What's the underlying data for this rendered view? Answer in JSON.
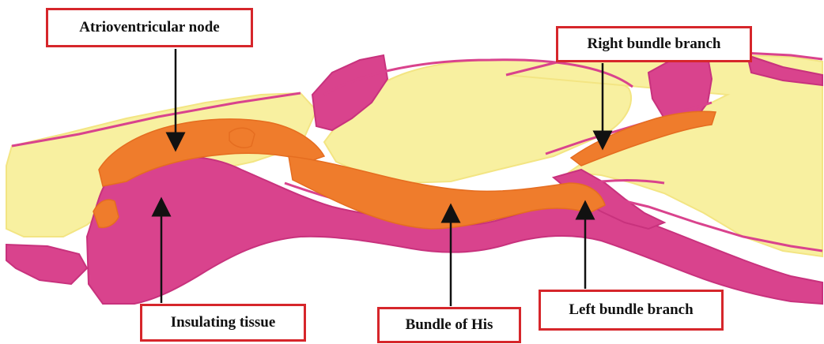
{
  "labels": {
    "atrioventricular_node": "Atrioventricular node",
    "right_bundle_branch": "Right bundle branch",
    "insulating_tissue": "Insulating tissue",
    "bundle_of_his": "Bundle of His",
    "left_bundle_branch": "Left bundle branch"
  },
  "colors": {
    "background": "#ffffff",
    "yellow_tissue": "#f8f0a0",
    "magenta_tissue": "#d9438d",
    "orange_conduction": "#ef7c2c",
    "label_border": "#d6262b",
    "arrow": "#111111"
  }
}
